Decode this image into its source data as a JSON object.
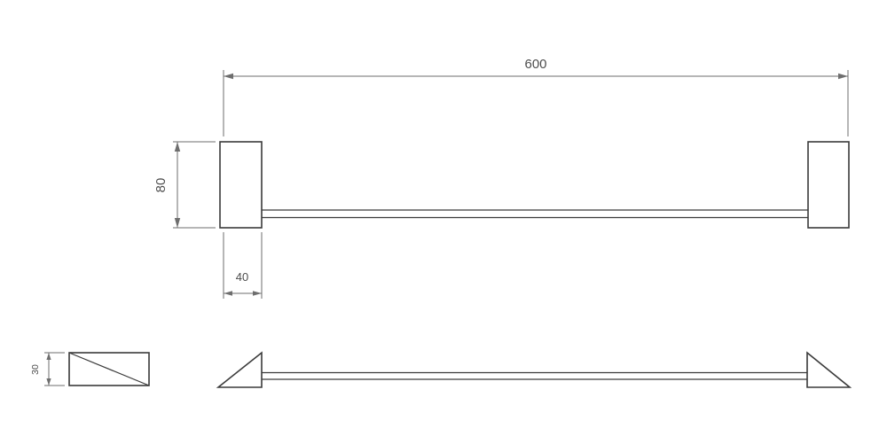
{
  "drawing": {
    "colors": {
      "background": "#ffffff",
      "object_line": "#3a3a3a",
      "dimension_line": "#6e6e6e",
      "dimension_text": "#4d4d4d"
    },
    "front_view": {
      "length_dim": "600",
      "height_dim": "80",
      "width_dim": "40"
    },
    "side_view": {
      "depth_dim": "30"
    }
  }
}
